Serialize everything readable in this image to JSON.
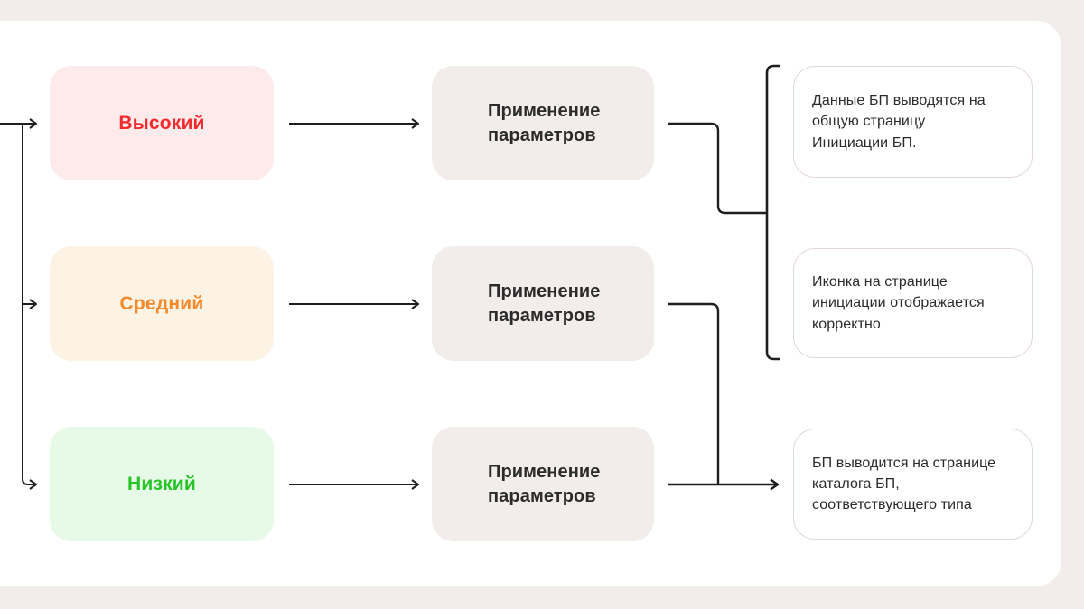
{
  "page": {
    "background": "#f2eceb",
    "canvas_background": "#ffffff",
    "line_color": "#1e1e1e",
    "text_color": "#2b2b2b"
  },
  "levels": [
    {
      "label": "Высокий",
      "color": "#f12b2e",
      "background": "#fdeaea"
    },
    {
      "label": "Средний",
      "color": "#f6892b",
      "background": "#fdf3e4"
    },
    {
      "label": "Низкий",
      "color": "#27c427",
      "background": "#e7f9e7"
    }
  ],
  "process": {
    "label": "Применение параметров",
    "background": "#f2edeb",
    "color": "#2b2b2b"
  },
  "outcomes": [
    {
      "text": "Данные БП выводятся на общую страницу Инициации БП."
    },
    {
      "text": "Иконка на странице инициации отображается корректно"
    },
    {
      "text": "БП выводится на странице каталога БП, соответствующего типа"
    }
  ]
}
